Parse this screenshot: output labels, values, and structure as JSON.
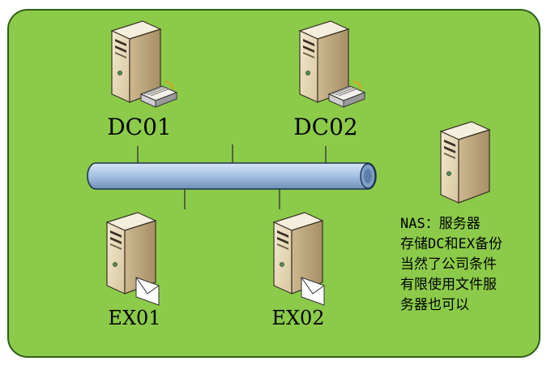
{
  "colors": {
    "background": "#8CCB4A",
    "border": "#2F5E16",
    "bus_fill": "#A9C4E6",
    "bus_stroke": "#1F3550",
    "server_body": "#E6D8B8",
    "server_side": "#C9B48E",
    "text": "#000000"
  },
  "nodes": {
    "dc01": {
      "label": "DC01",
      "icon": "server-with-tape-icon"
    },
    "dc02": {
      "label": "DC02",
      "icon": "server-with-tape-icon"
    },
    "ex01": {
      "label": "EX01",
      "icon": "server-with-mail-icon"
    },
    "ex02": {
      "label": "EX02",
      "icon": "server-with-mail-icon"
    },
    "nas": {
      "label": "",
      "icon": "server-icon"
    }
  },
  "network": {
    "icon": "network-bus-icon"
  },
  "note": {
    "lines": [
      "NAS：服务器",
      "存储DC和EX备份",
      "当然了公司条件",
      "有限使用文件服",
      "务器也可以"
    ]
  }
}
